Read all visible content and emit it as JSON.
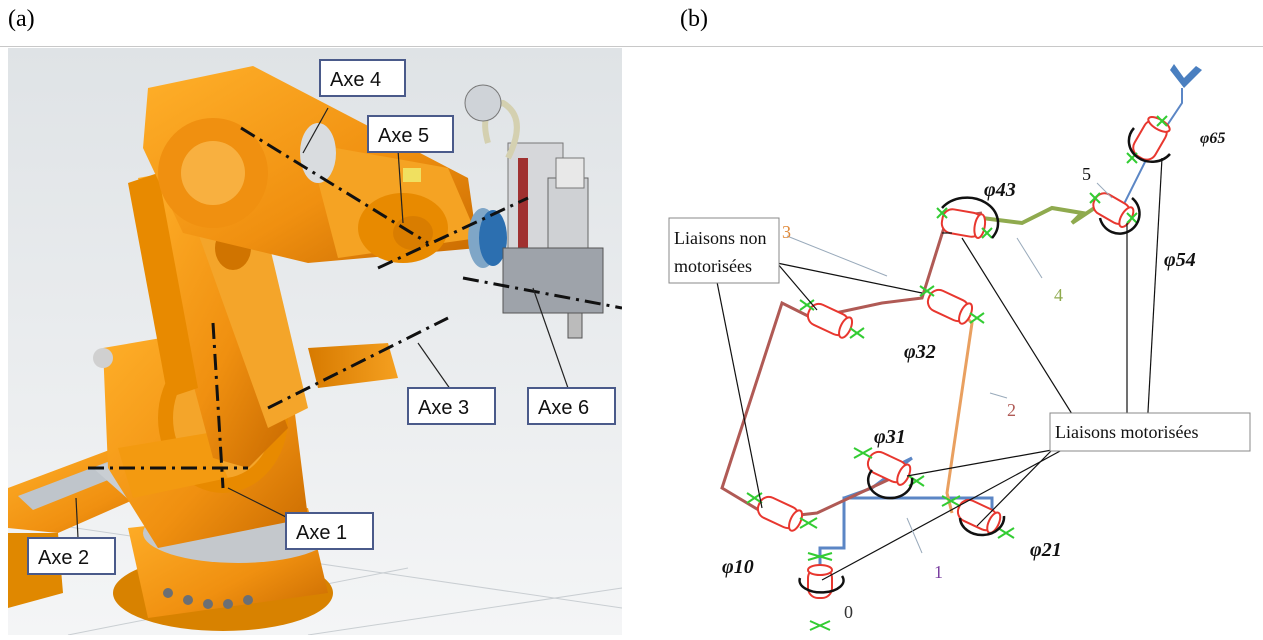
{
  "panels": {
    "left_label": "(a)",
    "right_label": "(b)"
  },
  "robot_photo": {
    "axes": [
      "Axe 1",
      "Axe 2",
      "Axe 3",
      "Axe 4",
      "Axe 5",
      "Axe 6"
    ]
  },
  "kinematic_diagram": {
    "callouts": {
      "non_motorized": [
        "Liaisons non",
        "motorisées"
      ],
      "motorized": "Liaisons motorisées"
    },
    "body_numbers": [
      "0",
      "1",
      "2",
      "3",
      "4",
      "5"
    ],
    "angles": {
      "phi10": "φ10",
      "phi21": "φ21",
      "phi31": "φ31",
      "phi32": "φ32",
      "phi43": "φ43",
      "phi54": "φ54",
      "phi65": "φ65"
    },
    "colors": {
      "body1": "#5b86c5",
      "body2": "#e9a060",
      "body3": "#b05a55",
      "body4": "#8faa4e",
      "body5": "#5b86c5",
      "joint": "#e8372f",
      "joint_axis": "#33cc33",
      "effector": "#4a7fc0"
    }
  }
}
